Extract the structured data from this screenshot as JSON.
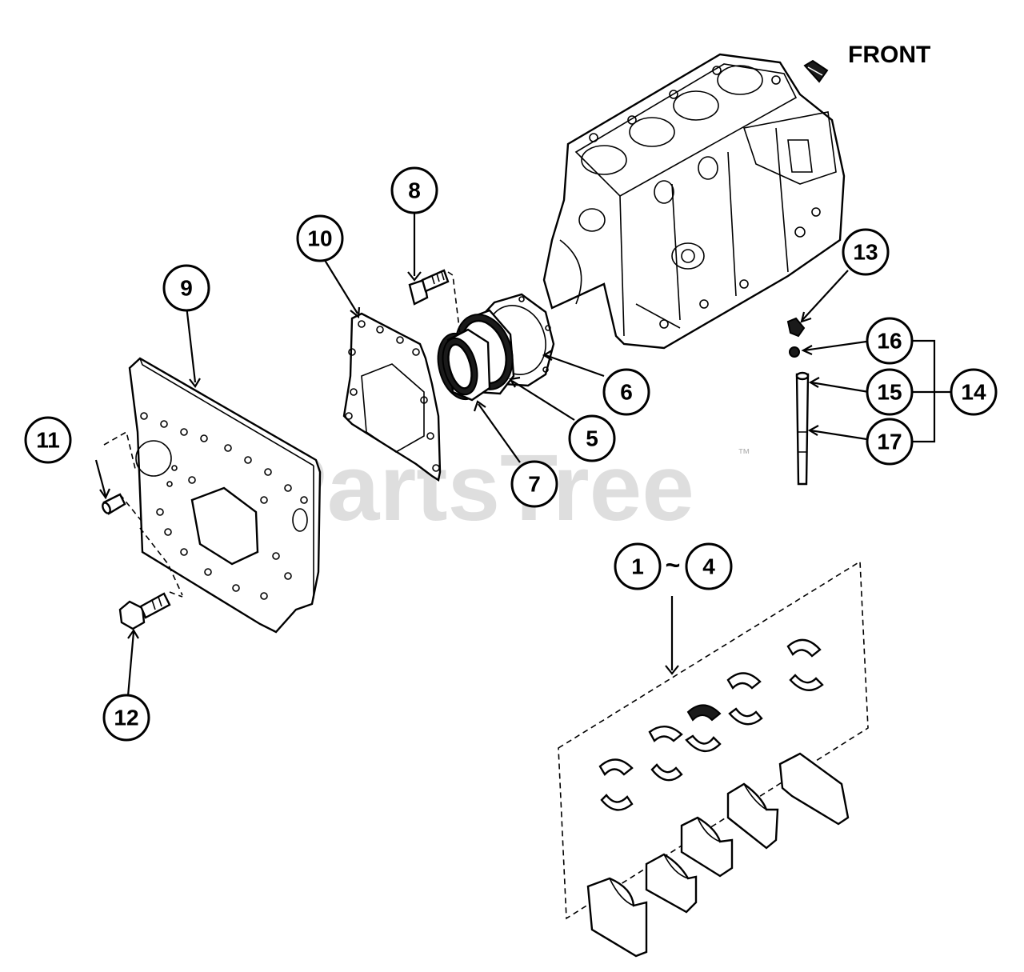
{
  "diagram": {
    "direction_label": "FRONT",
    "watermark": "PartsTree",
    "watermark_mark": "™",
    "range_separator": "~",
    "callouts": {
      "c1": "1",
      "c4": "4",
      "c5": "5",
      "c6": "6",
      "c7": "7",
      "c8": "8",
      "c9": "9",
      "c10": "10",
      "c11": "11",
      "c12": "12",
      "c13": "13",
      "c14": "14",
      "c15": "15",
      "c16": "16",
      "c17": "17"
    }
  }
}
